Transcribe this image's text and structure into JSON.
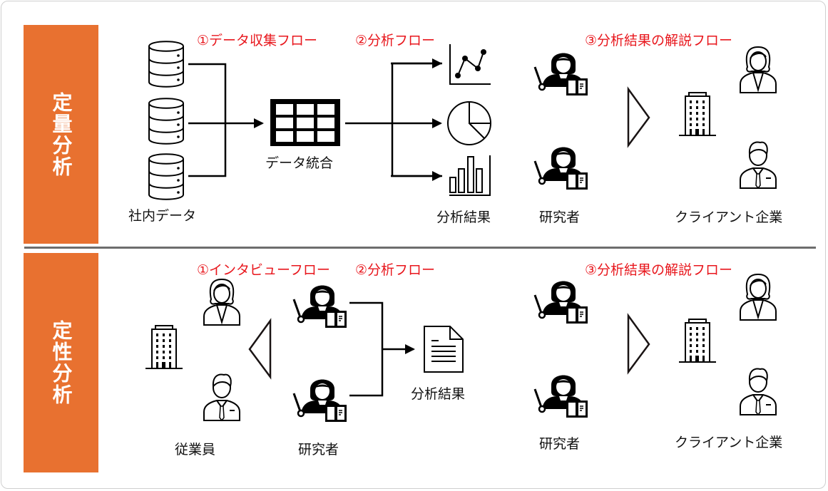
{
  "sections": {
    "quantitative": {
      "title": "定量分析",
      "flows": [
        "①データ収集フロー",
        "②分析フロー",
        "③分析結果の解説フロー"
      ],
      "labels": {
        "internal_data": "社内データ",
        "data_integration": "データ統合",
        "analysis_results": "分析結果",
        "researchers": "研究者",
        "client_companies": "クライアント企業"
      }
    },
    "qualitative": {
      "title": "定性分析",
      "flows": [
        "①インタビューフロー",
        "②分析フロー",
        "③分析結果の解説フロー"
      ],
      "labels": {
        "employees": "従業員",
        "researchers": "研究者",
        "analysis_results": "分析結果",
        "researchers_2": "研究者",
        "client_companies": "クライアント企業"
      }
    }
  },
  "colors": {
    "accent": "#e87130",
    "flow_label": "#e8161c",
    "divider": "#6d6d6d"
  }
}
